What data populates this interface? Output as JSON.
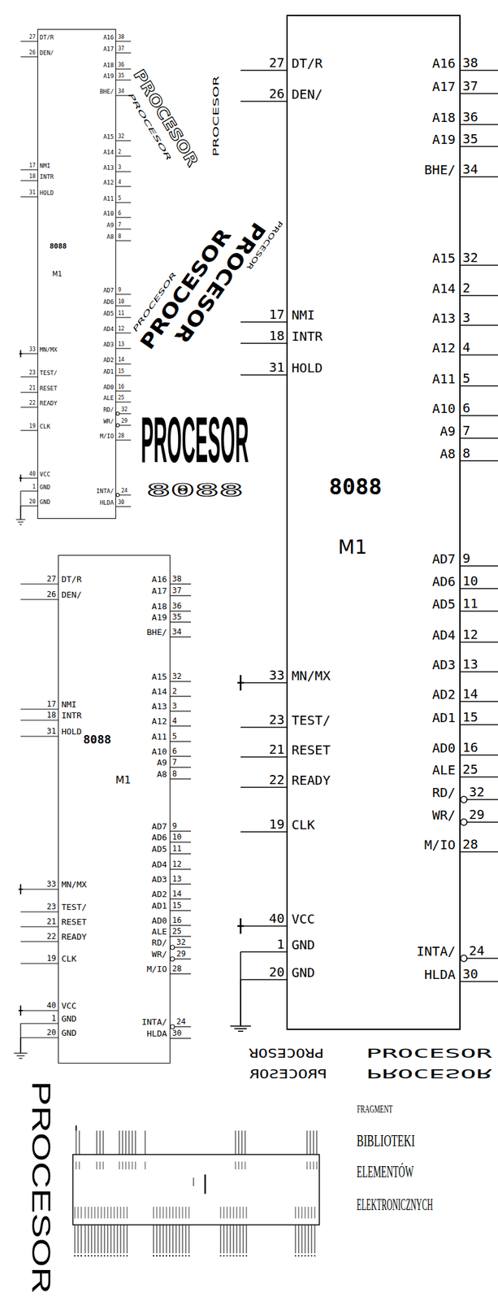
{
  "diagram": {
    "nodes": [
      {
        "text": [
          "8088",
          "M1"
        ]
      },
      {
        "text": [
          "8088",
          "M1"
        ]
      },
      {
        "text": [
          "8088",
          "M1"
        ]
      }
    ],
    "labels": [
      "PROCESOR",
      "PROCESOR",
      "PROCESOR",
      "PROCESOR",
      "PROCESOR",
      "PROCESOR",
      "PROCESOR",
      "PROCESOR",
      "8088",
      "PROCESOR",
      "PROCESOR",
      "PROCESOR",
      "PROCESOR",
      "PROCESOR",
      "FRAGMENT",
      "BIBLIOTEKI",
      "ELEMENTÓW",
      "ELEKTRONICZNYCH",
      "DT/R",
      "27",
      "DEN/",
      "26",
      "NMI",
      "17",
      "INTR",
      "18",
      "HOLD",
      "31",
      "MN/MX",
      "33",
      "TEST/",
      "23",
      "RESET",
      "21",
      "READY",
      "22",
      "CLK",
      "19",
      "VCC",
      "40",
      "GND",
      "1",
      "GND",
      "20",
      "A16",
      "38",
      "A17",
      "37",
      "A18",
      "36",
      "A19",
      "35",
      "BHE/",
      "34",
      "A15",
      "32",
      "A14",
      "2",
      "A13",
      "3",
      "A12",
      "4",
      "A11",
      "5",
      "A10",
      "6",
      "A9",
      "7",
      "A8",
      "8",
      "AD7",
      "9",
      "AD6",
      "10",
      "AD5",
      "11",
      "AD4",
      "12",
      "AD3",
      "13",
      "AD2",
      "14",
      "AD1",
      "15",
      "AD0",
      "16",
      "ALE",
      "25",
      "RD/",
      "32",
      "WR/",
      "29",
      "M/IO",
      "28",
      "INTA/",
      "24",
      "HLDA",
      "30",
      "DT/R",
      "27",
      "DEN/",
      "26",
      "NMI",
      "17",
      "INTR",
      "18",
      "HOLD",
      "31",
      "MN/MX",
      "33",
      "TEST/",
      "23",
      "RESET",
      "21",
      "READY",
      "22",
      "CLK",
      "19",
      "VCC",
      "40",
      "GND",
      "1",
      "GND",
      "20",
      "A16",
      "38",
      "A17",
      "37",
      "A18",
      "36",
      "A19",
      "35",
      "BHE/",
      "34",
      "A15",
      "32",
      "A14",
      "2",
      "A13",
      "3",
      "A12",
      "4",
      "A11",
      "5",
      "A10",
      "6",
      "A9",
      "7",
      "A8",
      "8",
      "AD7",
      "9",
      "AD6",
      "10",
      "AD5",
      "11",
      "AD4",
      "12",
      "AD3",
      "13",
      "AD2",
      "14",
      "AD1",
      "15",
      "AD0",
      "16",
      "ALE",
      "25",
      "RD/",
      "32",
      "WR/",
      "29",
      "M/IO",
      "28",
      "INTA/",
      "24",
      "HLDA",
      "30",
      "DT/R",
      "27",
      "DEN/",
      "26",
      "NMI",
      "17",
      "INTR",
      "18",
      "HOLD",
      "31",
      "MN/MX",
      "33",
      "TEST/",
      "23",
      "RESET",
      "21",
      "READY",
      "22",
      "CLK",
      "19",
      "VCC",
      "40",
      "GND",
      "1",
      "GND",
      "20",
      "A16",
      "38",
      "A17",
      "37",
      "A18",
      "36",
      "A19",
      "35",
      "BHE/",
      "34",
      "A15",
      "32",
      "A14",
      "2",
      "A13",
      "3",
      "A12",
      "4",
      "A11",
      "5",
      "A10",
      "6",
      "A9",
      "7",
      "A8",
      "8",
      "AD7",
      "9",
      "AD6",
      "10",
      "AD5",
      "11",
      "AD4",
      "12",
      "AD3",
      "13",
      "AD2",
      "14",
      "AD1",
      "15",
      "AD0",
      "16",
      "ALE",
      "25",
      "RD/",
      "32",
      "WR/",
      "29",
      "M/IO",
      "28",
      "INTA/",
      "24",
      "HLDA",
      "30"
    ]
  }
}
